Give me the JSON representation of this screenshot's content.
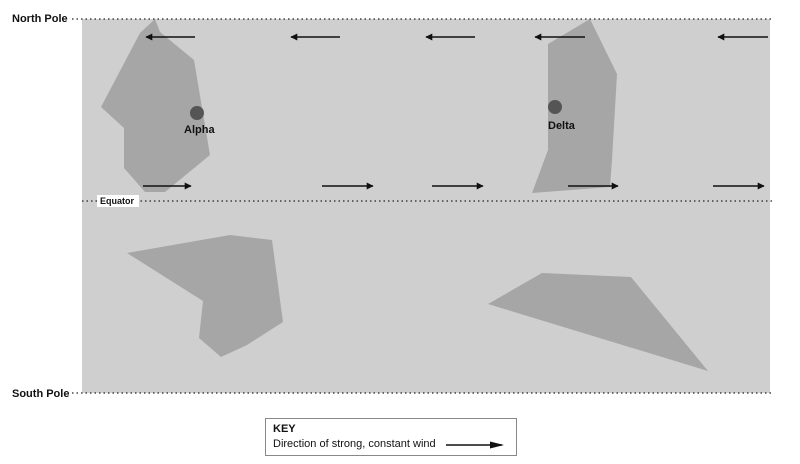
{
  "labels": {
    "north_pole": "North Pole",
    "south_pole": "South Pole",
    "equator": "Equator"
  },
  "cities": [
    {
      "name": "Alpha"
    },
    {
      "name": "Delta"
    }
  ],
  "key": {
    "title": "KEY",
    "wind_description": "Direction of strong, constant wind"
  },
  "colors": {
    "ocean": "#cfcfcf",
    "land": "#a6a6a6",
    "city": "#555555",
    "arrow": "#111111"
  },
  "wind_arrows": {
    "north_row_direction": "west",
    "equator_row_direction": "east"
  }
}
